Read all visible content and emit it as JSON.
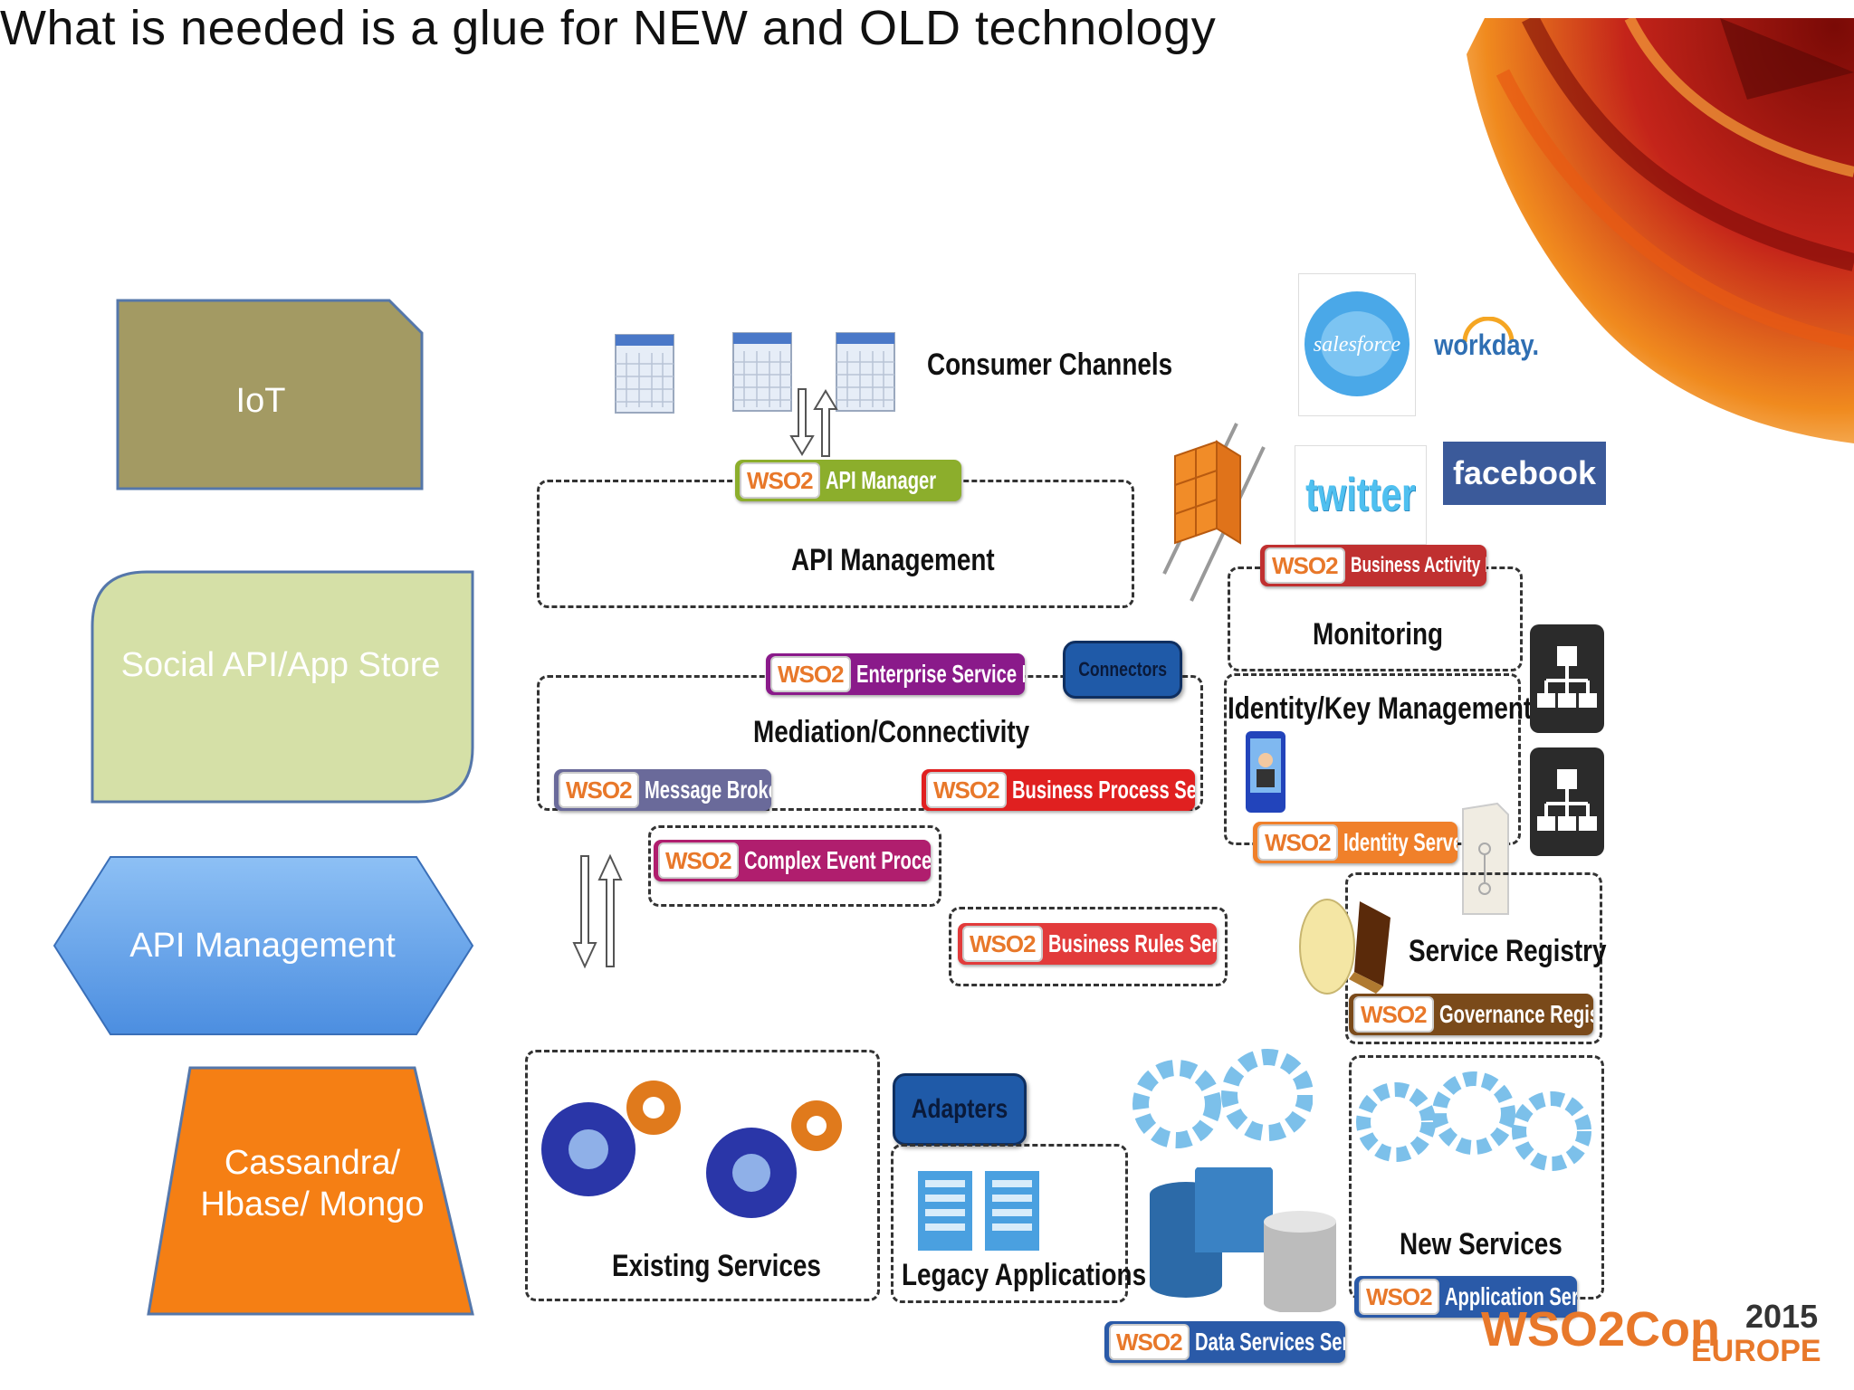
{
  "slide": {
    "title": "What is needed is a glue for NEW and OLD technology"
  },
  "left_shapes": {
    "iot": "IoT",
    "social": "Social API/App Store",
    "api": "API Management",
    "storage": "Cassandra/ Hbase/ Mongo",
    "colors": {
      "iot": "#a39a63",
      "social": "#d5e0a7",
      "api": "#6fa7e8",
      "storage": "#f57f14"
    }
  },
  "diagram": {
    "consumer_channels": "Consumer Channels",
    "api_management": "API Management",
    "mediation": "Mediation/Connectivity",
    "monitoring": "Monitoring",
    "identity": "Identity/Key Management..",
    "service_registry": "Service Registry",
    "existing_services": "Existing Services",
    "legacy_applications": "Legacy Applications",
    "new_services": "New Services",
    "connectors": "Connectors",
    "adapters": "Adapters",
    "wso2_logo_text": "WSO2",
    "badges": {
      "api_manager": "API Manager",
      "esb": "Enterprise Service Bus",
      "message_broker": "Message Broker",
      "bps": "Business Process Server",
      "cep": "Complex Event Processor",
      "brs": "Business Rules Server",
      "bam": "Business Activity Monitor",
      "identity_server": "Identity Server",
      "governance_registry": "Governance Registry",
      "app_server": "Application Server",
      "dss": "Data Services Server"
    },
    "brands": {
      "salesforce": "salesforce",
      "workday": "workday.",
      "twitter": "twitter",
      "facebook": "facebook"
    }
  },
  "event": {
    "name": "WSO2Con",
    "year": "2015",
    "region": "EUROPE"
  }
}
